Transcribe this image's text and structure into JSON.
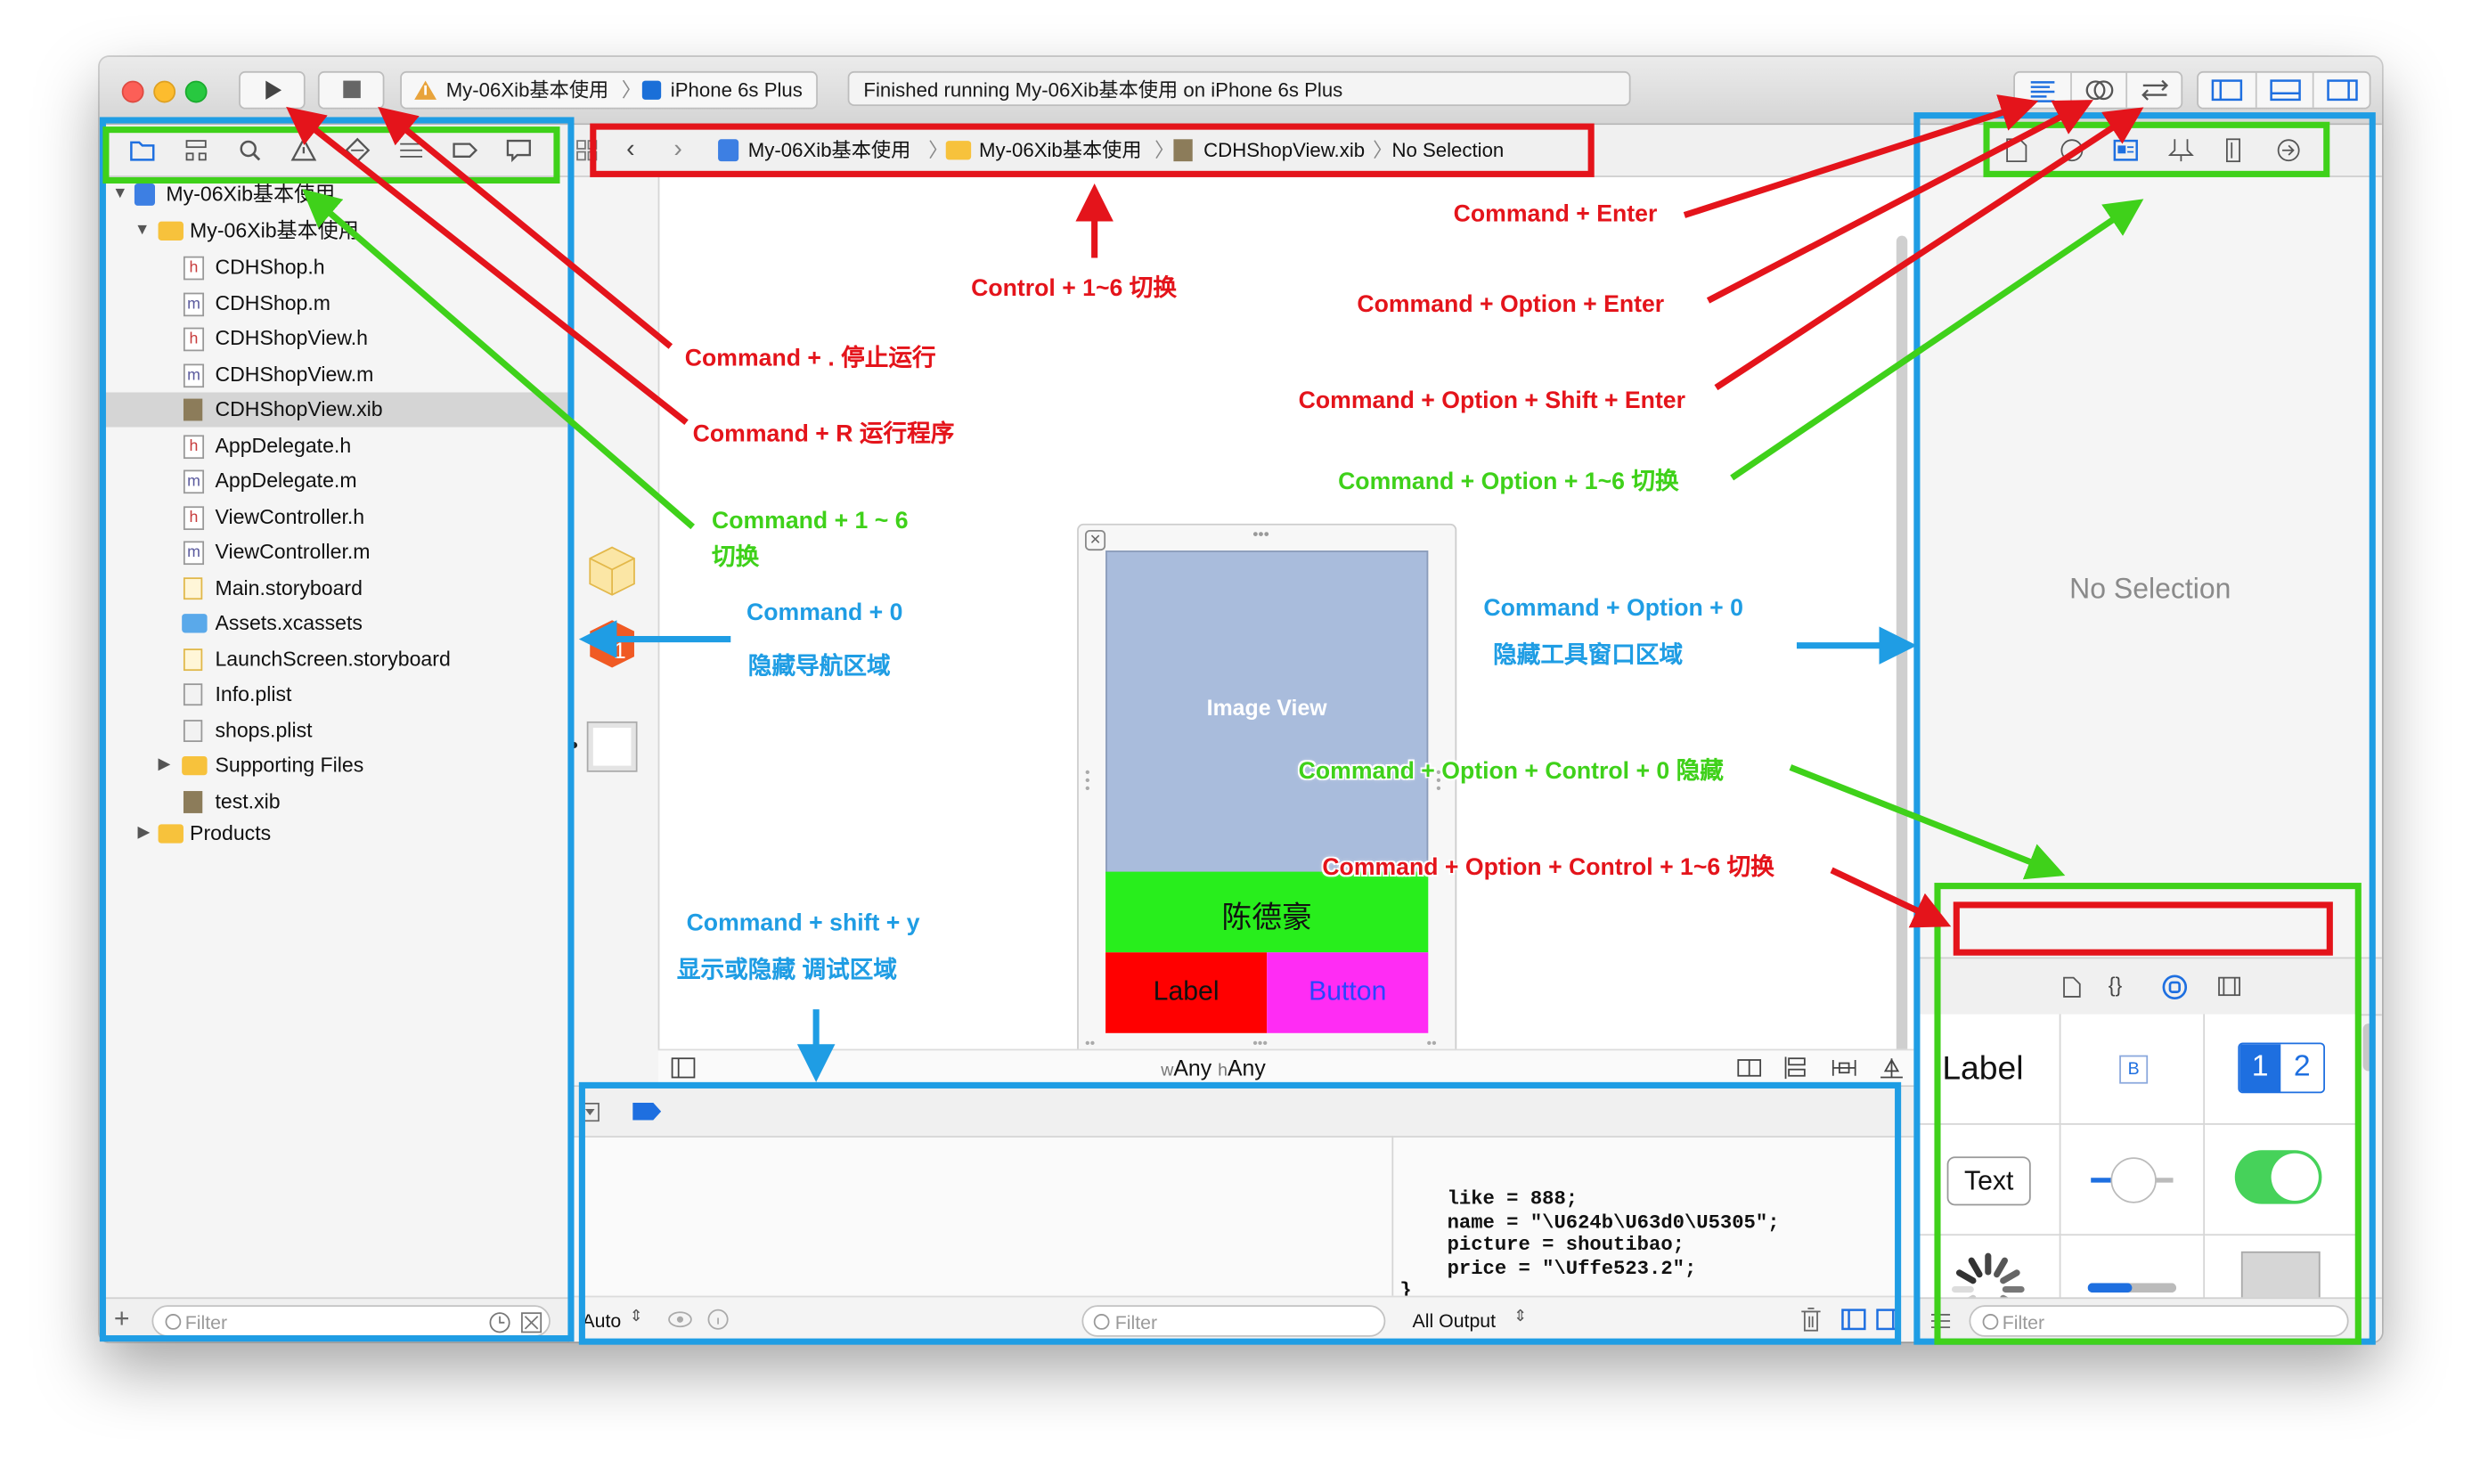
{
  "toolbar": {
    "scheme_target": "My-06Xib基本使用",
    "scheme_device": "iPhone 6s Plus",
    "status": "Finished running My-06Xib基本使用 on iPhone 6s Plus"
  },
  "navigator": {
    "project": "My-06Xib基本使用",
    "group": "My-06Xib基本使用",
    "files": [
      {
        "icon": "h",
        "label": "CDHShop.h"
      },
      {
        "icon": "m",
        "label": "CDHShop.m"
      },
      {
        "icon": "h",
        "label": "CDHShopView.h"
      },
      {
        "icon": "m",
        "label": "CDHShopView.m"
      },
      {
        "icon": "xib",
        "label": "CDHShopView.xib"
      },
      {
        "icon": "h",
        "label": "AppDelegate.h"
      },
      {
        "icon": "m",
        "label": "AppDelegate.m"
      },
      {
        "icon": "h",
        "label": "ViewController.h"
      },
      {
        "icon": "m",
        "label": "ViewController.m"
      },
      {
        "icon": "storyboard",
        "label": "Main.storyboard"
      },
      {
        "icon": "folder-blue",
        "label": "Assets.xcassets"
      },
      {
        "icon": "storyboard",
        "label": "LaunchScreen.storyboard"
      },
      {
        "icon": "plist",
        "label": "Info.plist"
      },
      {
        "icon": "plist",
        "label": "shops.plist"
      },
      {
        "icon": "folder",
        "label": "Supporting Files"
      },
      {
        "icon": "xib",
        "label": "test.xib"
      }
    ],
    "products": "Products",
    "filter_placeholder": "Filter"
  },
  "jumpbar": {
    "crumb1": "My-06Xib基本使用",
    "crumb2": "My-06Xib基本使用",
    "crumb3": "CDHShopView.xib",
    "crumb4": "No Selection"
  },
  "canvas": {
    "image_view": "Image View",
    "name_label": "陈德豪",
    "label": "Label",
    "button": "Button",
    "size_class_w": "Any",
    "size_class_h": "Any",
    "w_prefix": "w",
    "h_prefix": "h"
  },
  "debug": {
    "console_lines": [
      "    like = 888;",
      "    name = \"\\U624b\\U63d0\\U5305\";",
      "    picture = shoutibao;",
      "    price = \"\\Uffe523.2\";",
      "}"
    ],
    "auto": "Auto",
    "filter_placeholder": "Filter",
    "output": "All Output"
  },
  "inspector": {
    "no_selection": "No Selection",
    "lib_label": "Label",
    "lib_text": "Text",
    "lib_b": "B",
    "lib_seg1": "1",
    "lib_seg2": "2",
    "filter_placeholder": "Filter"
  },
  "annotations": {
    "cmd_enter": "Command + Enter",
    "cmd_opt_enter": "Command + Option + Enter",
    "cmd_opt_shift_enter": "Command + Option  + Shift + Enter",
    "cmd_opt_16": "Command + Option  + 1~6 切换",
    "control_16": "Control + 1~6 切换",
    "cmd_dot": "Command + .  停止运行",
    "cmd_r": "Command + R  运行程序",
    "cmd_16_a": "Command + 1 ~ 6",
    "cmd_16_b": "切换",
    "cmd_0": "Command + 0",
    "cmd_0_desc": "隐藏导航区域",
    "cmd_opt_0": "Command + Option  + 0",
    "cmd_opt_0_desc": "隐藏工具窗口区域",
    "cmd_opt_ctrl_0": "Command + Option  + Control + 0 隐藏",
    "cmd_opt_ctrl_16": "Command + Option  + Control + 1~6 切换",
    "cmd_shift_y": "Command + shift + y",
    "cmd_shift_y_desc": "显示或隐藏 调试区域"
  },
  "colors": {
    "red": "#e4141b",
    "green": "#3fd11a",
    "blue": "#1f9de4",
    "image_view": "#a9bcdc",
    "name_bg": "#28ee1c",
    "label_bg": "#ff0000",
    "button_bg": "#ff2cf4"
  }
}
